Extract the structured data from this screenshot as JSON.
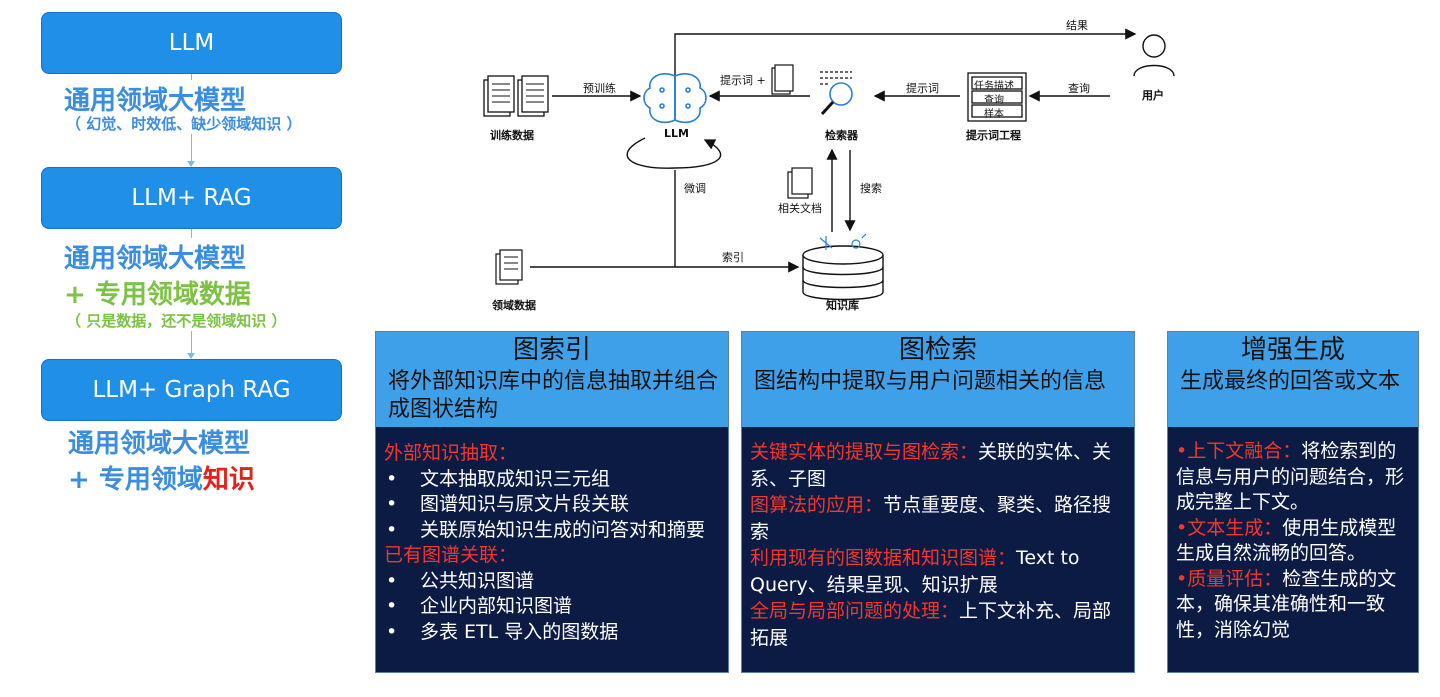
{
  "left": {
    "stage1": {
      "box": "LLM",
      "line1": "通用领域大模型",
      "note": "（ 幻觉、时效低、缺少领域知识 ）"
    },
    "stage2": {
      "box": "LLM+ RAG",
      "line1": "通用领域大模型",
      "line2": "+ 专用领域数据",
      "note": "（ 只是数据，还不是领域知识 ）"
    },
    "stage3": {
      "box": "LLM+ Graph RAG",
      "line1": "通用领域大模型",
      "line2_prefix": "+ 专用领域",
      "line2_red": "知识"
    }
  },
  "diagram": {
    "train_data": "训练数据",
    "pretrain": "预训练",
    "llm": "LLM",
    "finetune": "微调",
    "prompt_plus": "提示词 +",
    "retriever": "检索器",
    "prompt": "提示词",
    "prompt_eng": "提示词工程",
    "prompt_rows": [
      "任务描述",
      "查询",
      "样本"
    ],
    "query": "查询",
    "user": "用户",
    "result": "结果",
    "related_docs": "相关文档",
    "search": "搜索",
    "domain_data": "领域数据",
    "index": "索引",
    "kb": "知识库"
  },
  "panels": [
    {
      "title": "图索引",
      "desc": "将外部知识库中的信息抽取并组合成图状结构",
      "groups": [
        {
          "heading": "外部知识抽取：",
          "items": [
            "文本抽取成知识三元组",
            "图谱知识与原文片段关联",
            "关联原始知识生成的问答对和摘要"
          ]
        },
        {
          "heading": "已有图谱关联：",
          "items": [
            "公共知识图谱",
            "企业内部知识图谱",
            "多表 ETL 导入的图数据"
          ]
        }
      ]
    },
    {
      "title": "图检索",
      "desc": "图结构中提取与用户问题相关的信息",
      "paras": [
        {
          "hl": "关键实体的提取与图检索：",
          "text": "关联的实体、关系、子图"
        },
        {
          "hl": "图算法的应用：",
          "text": "节点重要度、聚类、路径搜索"
        },
        {
          "hl": "利用现有的图数据和知识图谱：",
          "text": "Text to Query、结果呈现、知识扩展"
        },
        {
          "hl": "全局与局部问题的处理：",
          "text": "上下文补充、局部拓展"
        }
      ]
    },
    {
      "title": "增强生成",
      "desc": "生成最终的回答或文本",
      "paras": [
        {
          "hl": "•上下文融合：",
          "text": "将检索到的信息与用户的问题结合，形成完整上下文。"
        },
        {
          "hl": "•文本生成：",
          "text": "使用生成模型生成自然流畅的回答。"
        },
        {
          "hl": "•质量评估：",
          "text": "检查生成的文本，确保其准确性和一致性，消除幻觉"
        }
      ]
    }
  ],
  "bullet": "•",
  "colors": {
    "box_blue": "#1f8fe8",
    "text_blue": "#3b8de0",
    "text_green": "#7cc243",
    "text_red": "#e2231a",
    "panel_head": "#3fa0ea",
    "panel_body": "#0c1b44",
    "highlight": "#f2372c"
  }
}
